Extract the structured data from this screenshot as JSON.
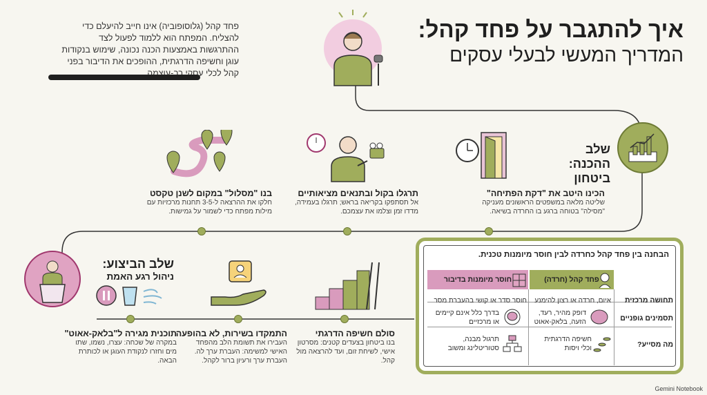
{
  "header": {
    "title_line1": "איך להתגבר על פחד קהל:",
    "title_line2": "המדריך המעשי לבעלי עסקים",
    "intro": "פחד קהל (גלוסופוביה) אינו חייב להיעלם כדי להצליח. המפתח הוא ללמוד לפעול לצד ההתרגשות באמצעות הכנה נכונה, שימוש בנקודות עוגן וחשיפה הדרגתית, ההופכים את הדיבור בפני קהל לכלי עסקי רב-עוצמה."
  },
  "prep_phase": {
    "title_line1": "שלב",
    "title_line2": "ההכנה:",
    "title_line3": "ביטחון",
    "steps": [
      {
        "title": "הכינו היטב את \"דקת הפתיחה\"",
        "text": "שליטה מלאה במשפטים הראשונים מעניקה \"מסילה\" בטוחה ברגע בו החרדה בשיאה."
      },
      {
        "title": "תרגלו בקול ובתנאים מציאותיים",
        "text": "אל תסתפקו בקריאה בראש; תרגלו בעמידה, מדדו זמן וצלמו את עצמכם."
      },
      {
        "title": "בנו \"מסלול\" במקום לשנן טקסט",
        "text": "חלקו את ההרצאה ל-3-5 תחנות מרכזיות עם מילות מפתח כדי לשמור על גמישות."
      }
    ]
  },
  "exec_phase": {
    "title": "שלב הביצוע:",
    "subtitle": "ניהול רגע האמת",
    "steps": [
      {
        "title": "סולם חשיפה הדרגתי",
        "text": "בנו ביטחון בצעדים קטנים: מסרטון אישי, לשיחת זום, ועד להרצאה מול קהל."
      },
      {
        "title": "התמקדו בשירות, לא בהופעה",
        "text": "העבירו את תשומת הלב מהפחד האישי למשימה: העברת ערך לה. העברת ערך ורעיון ברור לקהל."
      },
      {
        "title": "תוכנית מגירה ל\"בלאק-אאוט\"",
        "text": "במקרה של שכחה: עצרו, נשמו, שתו מים וחזרו לנקודת העוגן או לכותרת הבאה."
      }
    ]
  },
  "comparison": {
    "title": "הבחנה בין פחד קהל כחרדה לבין חוסר מיומנות טכנית.",
    "col_fear": "פחד קהל (חרדה)",
    "col_skill": "חוסר מיומנות בדיבור",
    "rows": [
      {
        "label": "תחושה מרכזית",
        "fear": "איום, חרדה או רצון להימנע",
        "skill": "חוסר סדר או קושי בהעברת מסר"
      },
      {
        "label": "תסמינים גופניים",
        "fear": "דופק מהיר, רעד, הזעה, בלאק-אאוט",
        "skill": "בדרך כלל אינם קיימים או מרכזיים"
      },
      {
        "label": "מה מסייע?",
        "fear": "חשיפה הדרגתית וכלי ויסות",
        "skill": "תרגול מבנה, סטוריטלינג ומשוב"
      }
    ]
  },
  "footer": {
    "brand": "Gemini Notebook"
  },
  "colors": {
    "olive": "#a0ad5c",
    "pink": "#e0a3c2",
    "dark": "#1f1f1f"
  }
}
